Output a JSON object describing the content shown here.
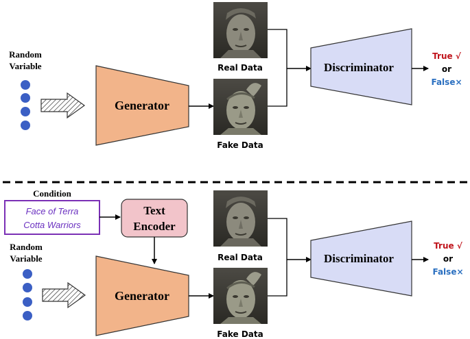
{
  "top_panel": {
    "random_variable_label": [
      "Random",
      "Variable"
    ],
    "generator_label": "Generator",
    "real_data_label": "Real Data",
    "fake_data_label": "Fake Data",
    "discriminator_label": "Discriminator",
    "output": {
      "true_label": "True √",
      "or_label": "or",
      "false_label": "False×"
    }
  },
  "bottom_panel": {
    "condition_label": "Condition",
    "condition_text": [
      "Face of Terra",
      "Cotta Warriors"
    ],
    "text_encoder_label": [
      "Text",
      "Encoder"
    ],
    "random_variable_label": [
      "Random",
      "Variable"
    ],
    "generator_label": "Generator",
    "real_data_label": "Real Data",
    "fake_data_label": "Fake Data",
    "discriminator_label": "Discriminator",
    "output": {
      "true_label": "True √",
      "or_label": "or",
      "false_label": "False×"
    }
  },
  "colors": {
    "generator_fill": "#f2b48a",
    "discriminator_fill": "#d8dcf6",
    "text_encoder_fill": "#f2c4ca",
    "condition_border": "#7a2fb5",
    "condition_text": "#6a30c0",
    "dot_fill": "#3b5fc4",
    "true_color": "#c0141c",
    "false_color": "#2a6fc0"
  }
}
